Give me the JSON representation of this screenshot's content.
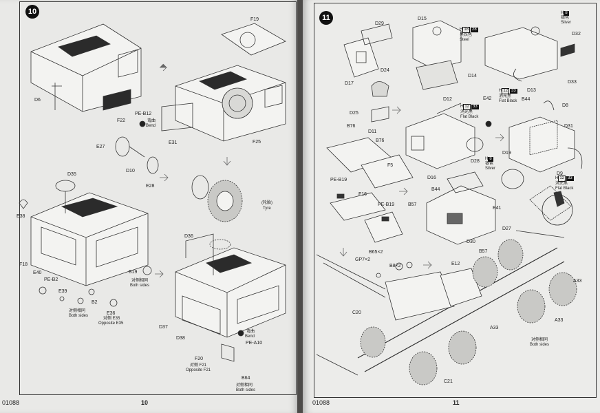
{
  "left_page": {
    "step": "10",
    "code": "01088",
    "page_number": "10",
    "labels": {
      "F19": "F19",
      "D6": "D6",
      "F22": "F22",
      "PE_B12": "PE-B12",
      "bend_cn": "弯曲",
      "bend": "Bend",
      "E31": "E31",
      "F25": "F25",
      "E27": "E27",
      "D10": "D10",
      "E28": "E28",
      "tyre_cn": "(轮胎)",
      "tyre": "Tyre",
      "D35": "D35",
      "E38": "E38",
      "F18": "F18",
      "E40": "E40",
      "PE_B2": "PE-B2",
      "E39": "E39",
      "B2": "B2",
      "both_cn_1": "对侧相同",
      "both_1": "Both sides",
      "E36": "E36",
      "opp_cn": "对侧 E35",
      "opp": "Opposite E35",
      "B19": "B19",
      "both_cn_2": "对侧相同",
      "both_2": "Both sides",
      "D36": "D36",
      "D37": "D37",
      "D38": "D38",
      "bend_cn_2": "弯曲",
      "bend_2": "Bend",
      "PE_A10": "PE-A10",
      "F20": "F20",
      "f21_cn": "对侧 F21",
      "f21": "Opposite F21",
      "B64": "B64",
      "both_cn_3": "对侧相同",
      "both_3": "Both sides"
    }
  },
  "right_page": {
    "step": "11",
    "code": "01088",
    "page_number": "11",
    "paint": {
      "black_chip": "#111111",
      "h8": {
        "code": "H",
        "num": "8",
        "cn": "银色",
        "name": "Silver"
      },
      "h12": {
        "code": "H",
        "num": "12",
        "num2": "33",
        "cn": "消光黑",
        "name": "Flat Black"
      },
      "h18": {
        "code": "H",
        "num": "18",
        "num2": "28",
        "cn": "黑铁色",
        "name": "Steel"
      }
    },
    "labels": {
      "D29": "D29",
      "D15": "D15",
      "D32": "D32",
      "D17": "D17",
      "D14": "D14",
      "D24": "D24",
      "D13": "D13",
      "D33": "D33",
      "D12": "D12",
      "E42": "E42",
      "B44_a": "B44",
      "D8": "D8",
      "D25": "D25",
      "B76_a": "B76",
      "D11": "D11",
      "B76_b": "B76",
      "D31": "D31",
      "D19": "D19",
      "D28": "D28",
      "F5": "F5",
      "D9": "D9",
      "PE_B19_a": "PE-B19",
      "D16": "D16",
      "B44_b": "B44",
      "F16": "F16",
      "PE_B19_b": "PE-B19",
      "B57_a": "B57",
      "E41": "E41",
      "D27": "D27",
      "D30": "D30",
      "B57_b": "B57",
      "B65": "B65×2",
      "GP7": "GP7×2",
      "B8": "B8×2",
      "E12": "E12",
      "A33_a": "A33",
      "C20": "C20",
      "A33_b": "A33",
      "A33_c": "A33",
      "both_cn": "对侧相同",
      "both": "Both sides",
      "C21": "C21"
    }
  }
}
